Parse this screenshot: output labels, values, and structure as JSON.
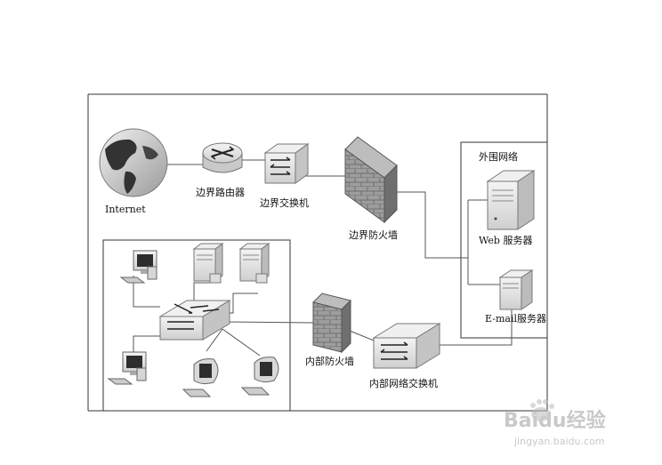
{
  "labels": {
    "internet": "Internet",
    "edge_router": "边界路由器",
    "edge_switch": "边界交换机",
    "edge_firewall": "边界防火墙",
    "dmz": "外围网络",
    "web_server": "Web 服务器",
    "mail_server": "E-mail服务器",
    "internal_firewall": "内部防火墙",
    "internal_switch": "内部网络交换机"
  },
  "icons": {
    "globe": "globe-icon",
    "router": "router-icon",
    "switch": "switch-icon",
    "firewall": "firewall-icon",
    "server": "server-icon",
    "workstation": "workstation-icon"
  },
  "colors": {
    "line": "#555555",
    "device_fill": "#e6e6e6",
    "device_shade": "#bdbdbd",
    "firewall_fill": "#8f8f8f",
    "watermark": "#c9c9c9"
  },
  "watermark": {
    "brand": "Baidu经验",
    "url": "jingyan.baidu.com"
  }
}
